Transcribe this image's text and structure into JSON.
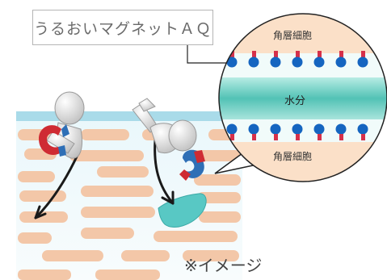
{
  "label": {
    "text": "うるおいマグネットＡＱ"
  },
  "inset": {
    "top_cell": "角層細胞",
    "water": "水分",
    "bottom_cell": "角層細胞"
  },
  "note": "※イメージ",
  "colors": {
    "skin_cell": "#f3c7a8",
    "gel_layer": "#dcf1f6",
    "top_band": "#a9dbe9",
    "water_band": "#5ec7be",
    "molecule_red": "#d6304a",
    "molecule_blue": "#1565c0",
    "droplet": "#58c8c4",
    "magnet_red": "#cf2b33",
    "magnet_blue": "#2e6fb6"
  }
}
